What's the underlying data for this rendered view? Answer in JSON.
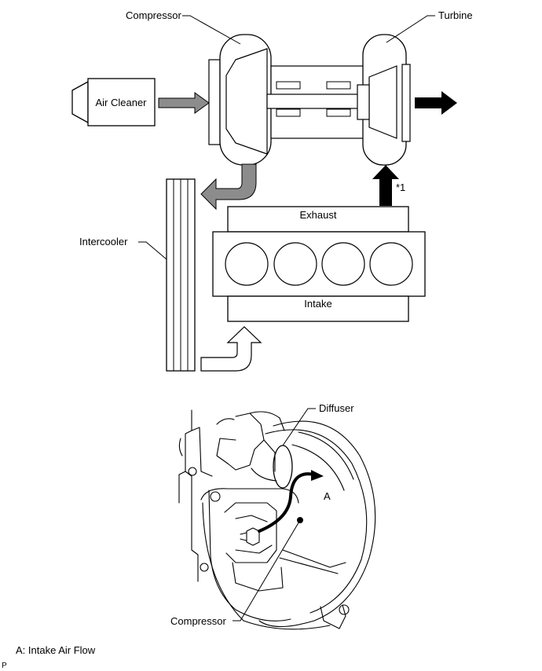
{
  "diagram": {
    "labels": {
      "compressor_top": "Compressor",
      "turbine": "Turbine",
      "air_cleaner": "Air Cleaner",
      "intercooler": "Intercooler",
      "exhaust": "Exhaust",
      "intake": "Intake",
      "footnote_marker": "*1",
      "diffuser": "Diffuser",
      "arrow_a": "A",
      "compressor_bottom": "Compressor"
    },
    "legend": "A: Intake Air Flow",
    "corner_mark": "P",
    "colors": {
      "line": "#000000",
      "arrow_gray": "#8c8c8c",
      "arrow_black": "#000000",
      "hatch_gray": "#d9d9d9"
    }
  }
}
